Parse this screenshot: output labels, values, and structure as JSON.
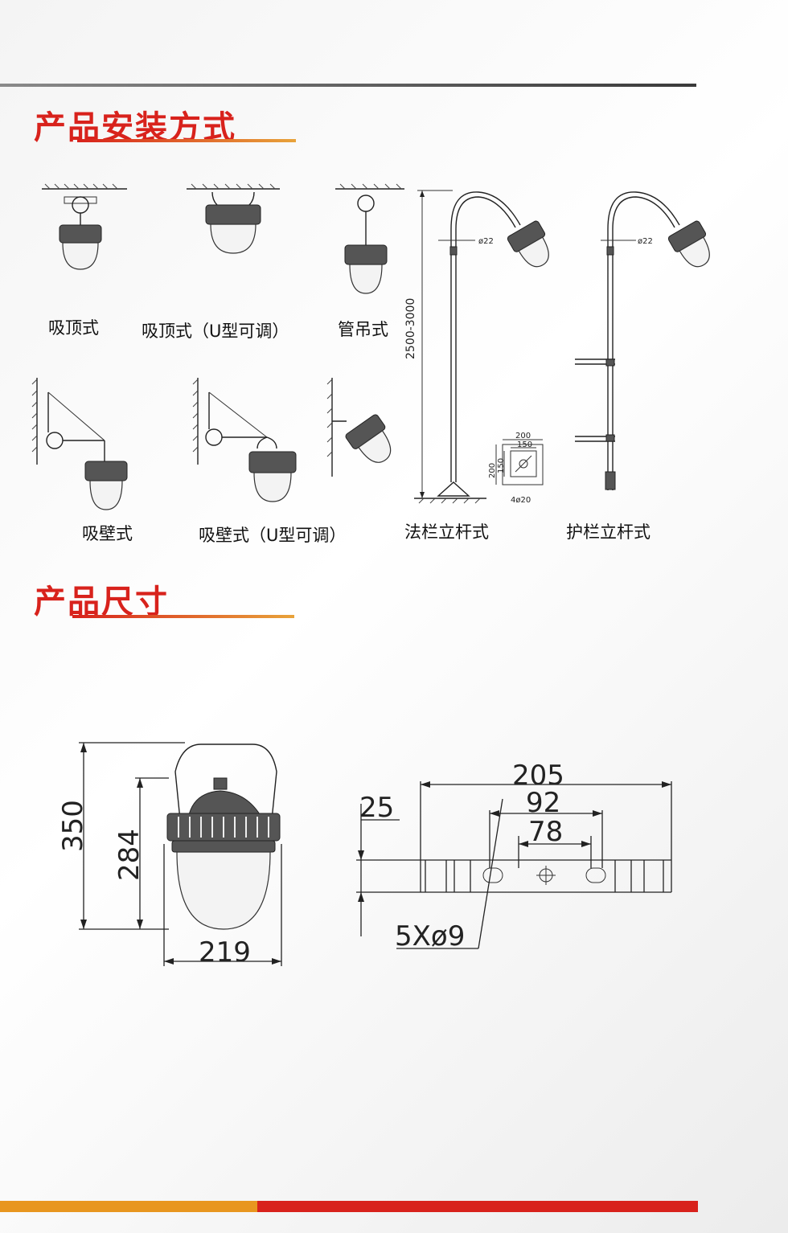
{
  "sections": {
    "install": {
      "title": "产品安装方式"
    },
    "dimensions": {
      "title": "产品尺寸"
    }
  },
  "install_methods": {
    "ceiling": "吸顶式",
    "ceiling_u": "吸顶式（U型可调）",
    "pipe_hang": "管吊式",
    "wall": "吸壁式",
    "wall_u": "吸壁式（U型可调）",
    "flange_pole": "法栏立杆式",
    "rail_pole": "护栏立杆式"
  },
  "pole_notes": {
    "height": "2500-3000",
    "pipe_dia": "ø22",
    "flange": {
      "outer": "200",
      "inner": "150",
      "holes": "4ø20"
    }
  },
  "dimension_labels": {
    "height_total": "350",
    "height_body": "284",
    "width": "219",
    "plate_length": "205",
    "hole_spacing_outer": "92",
    "hole_spacing_inner": "78",
    "plate_height": "25",
    "holes": "5Xø9"
  },
  "colors": {
    "accent_red": "#d8221c",
    "accent_orange": "#e8961f",
    "rule_gray": "#555555"
  }
}
